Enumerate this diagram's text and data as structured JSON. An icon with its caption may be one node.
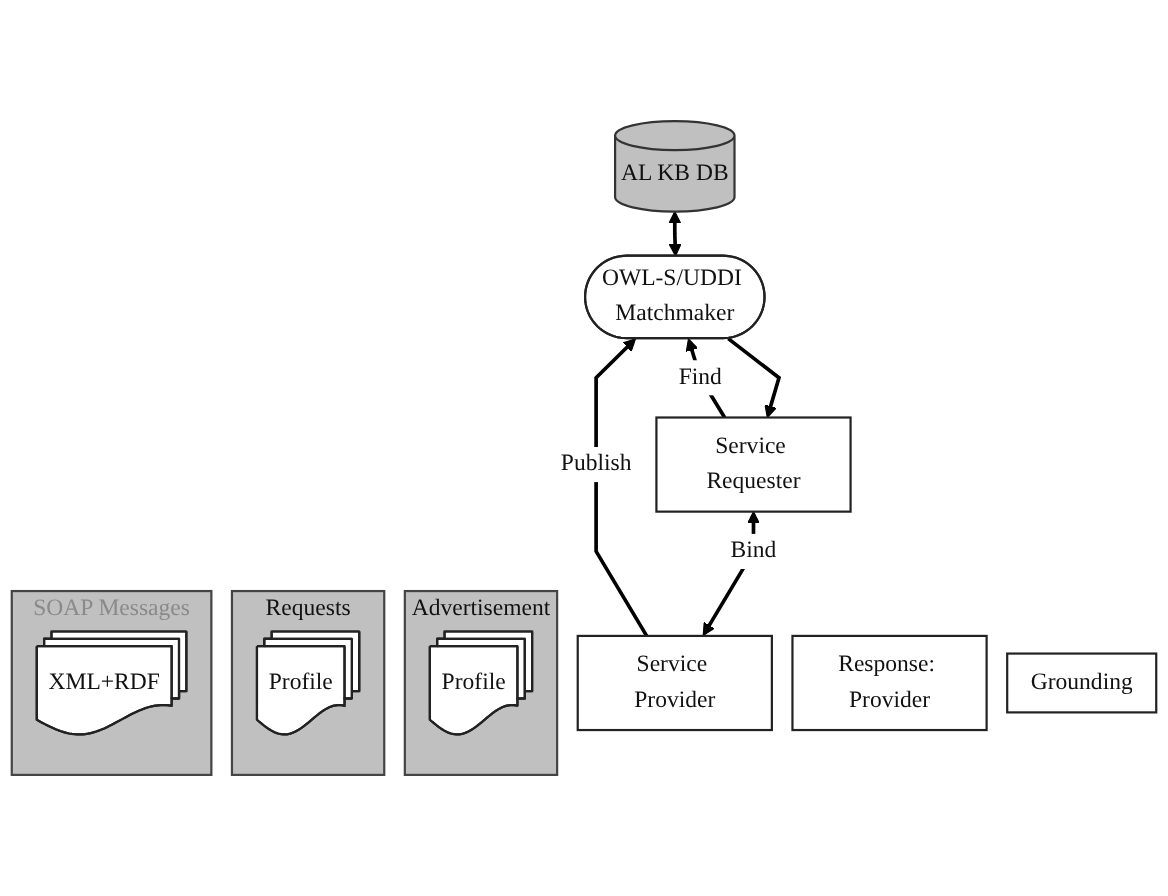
{
  "diagram": {
    "nodes": [
      {
        "text": [
          "OWL-S/UDDI Matchmaker"
        ]
      },
      {
        "text": [
          "AL KB DB"
        ]
      },
      {
        "text": [
          "Advertisement"
        ]
      },
      {
        "text": [
          "Profile"
        ],
        "in": 2
      },
      {
        "text": [
          "Requests"
        ]
      },
      {
        "text": [
          "Profile"
        ],
        "in": 4
      },
      {
        "text": [
          "Response: Provider"
        ]
      },
      {
        "text": [
          "Service Provider"
        ]
      },
      {
        "text": [
          "Grounding"
        ]
      },
      {
        "text": [
          "Service Requester"
        ]
      },
      {
        "text": [
          "SOAP Messages"
        ]
      },
      {
        "text": [
          "XML+RDF"
        ],
        "in": 10
      }
    ],
    "edges": [
      {
        "from": 0,
        "to": 1,
        "arrow": "both"
      },
      {
        "from": 7,
        "to": 0,
        "arrow": "to",
        "label": "Publish"
      },
      {
        "from": 9,
        "to": 0,
        "arrow": "to",
        "label": "Find"
      },
      {
        "from": 0,
        "to": 9,
        "arrow": "to"
      },
      {
        "from": 7,
        "to": 9,
        "arrow": "both",
        "label": "Bind"
      }
    ]
  }
}
